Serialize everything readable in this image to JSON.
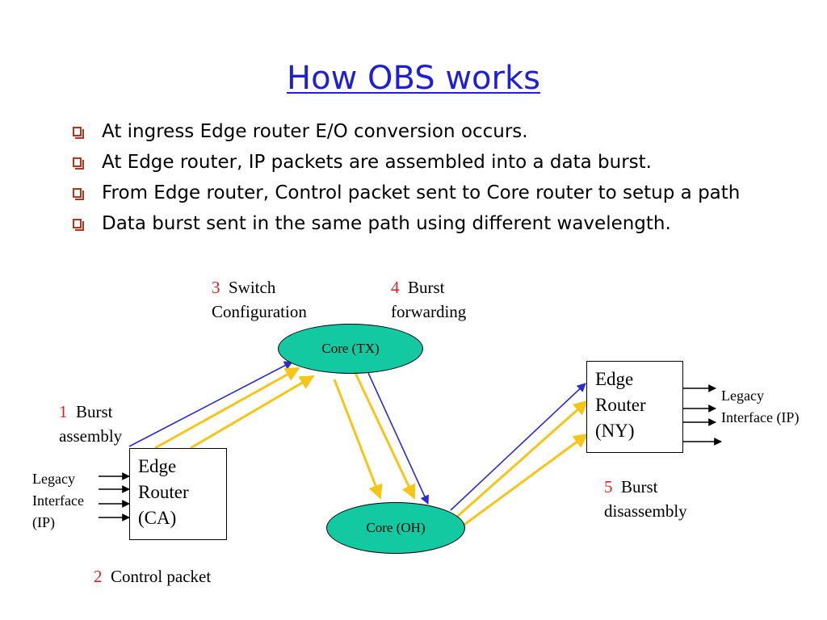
{
  "title": "How OBS works",
  "bullets": [
    "At ingress Edge router E/O conversion occurs.",
    "At Edge router, IP packets are assembled into a data burst.",
    "From Edge router, Control packet sent to Core router to setup a path",
    "Data burst sent in the same path using different wavelength."
  ],
  "steps": {
    "s1": {
      "num": "1",
      "line1": "Burst",
      "line2": "assembly"
    },
    "s2": {
      "num": "2",
      "line1": "Control packet"
    },
    "s3": {
      "num": "3",
      "line1": "Switch",
      "line2": "Configuration"
    },
    "s4": {
      "num": "4",
      "line1": "Burst",
      "line2": "forwarding"
    },
    "s5": {
      "num": "5",
      "line1": "Burst",
      "line2": "disassembly"
    }
  },
  "nodes": {
    "edge_ca": [
      "Edge",
      "Router",
      "(CA)"
    ],
    "edge_ny": [
      "Edge",
      "Router",
      "(NY)"
    ],
    "core_tx": "Core (TX)",
    "core_oh": "Core (OH)"
  },
  "legacy_left": [
    "Legacy",
    "Interface",
    "(IP)"
  ],
  "legacy_right": [
    "Legacy",
    "Interface (IP)"
  ],
  "colors": {
    "title": "#1f1fd6",
    "bullet": "#b5341c",
    "step_number": "#e02020",
    "core": "#12c9a2",
    "control_arrow": "#2b2bd0",
    "burst_arrow": "#f5c518"
  }
}
